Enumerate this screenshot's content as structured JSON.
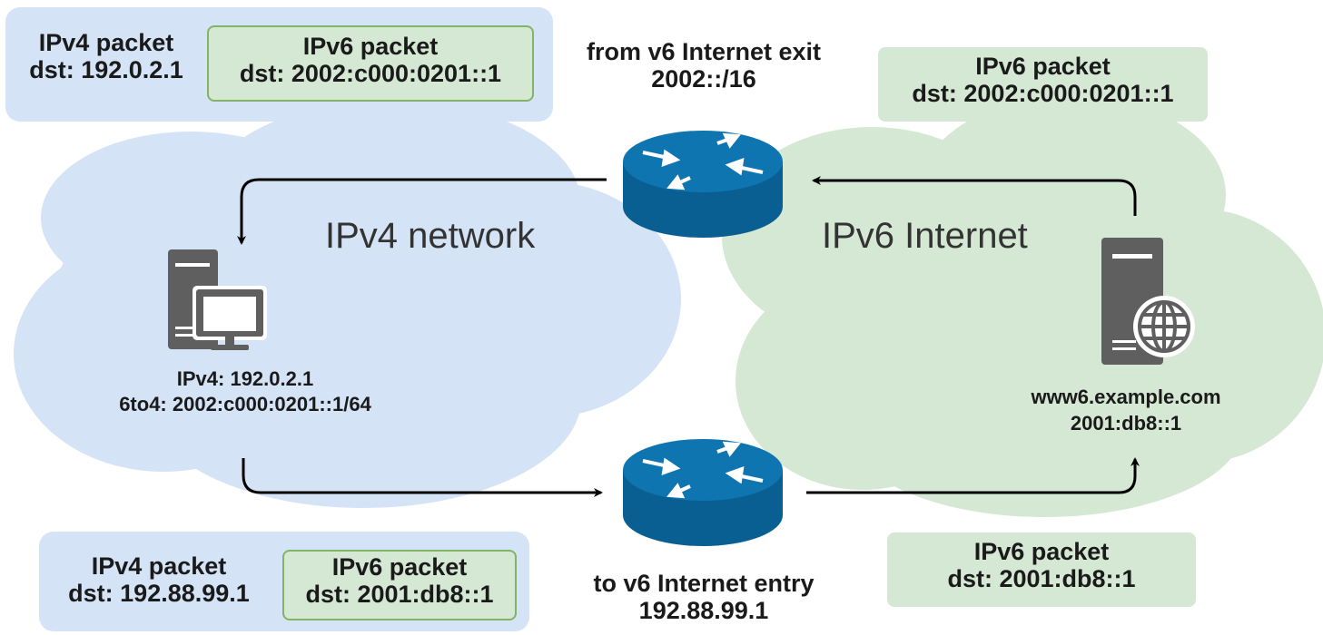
{
  "clouds": {
    "ipv4_title": "IPv4 network",
    "ipv6_title": "IPv6 Internet"
  },
  "top_left_packet": {
    "outer_title": "IPv4 packet",
    "outer_dst": "dst: 192.0.2.1",
    "inner_title": "IPv6 packet",
    "inner_dst": "dst: 2002:c000:0201::1"
  },
  "top_right_packet": {
    "title": "IPv6 packet",
    "dst": "dst: 2002:c000:0201::1"
  },
  "bottom_left_packet": {
    "outer_title": "IPv4 packet",
    "outer_dst": "dst: 192.88.99.1",
    "inner_title": "IPv6 packet",
    "inner_dst": "dst: 2001:db8::1"
  },
  "bottom_right_packet": {
    "title": "IPv6 packet",
    "dst": "dst: 2001:db8::1"
  },
  "exit_router": {
    "line1": "from v6 Internet exit",
    "line2": "2002::/16"
  },
  "entry_router": {
    "line1": "to v6 Internet entry",
    "line2": "192.88.99.1"
  },
  "client": {
    "ipv4": "IPv4: 192.0.2.1",
    "sixto4": "6to4: 2002:c000:0201::1/64"
  },
  "server": {
    "host": "www6.example.com",
    "addr": "2001:db8::1"
  },
  "colors": {
    "ipv4_fill": "#d5e3f7",
    "ipv6_fill": "#d5e8d4",
    "ipv6_border": "#82b366",
    "router_fill": "#0a5f92",
    "device_fill": "#5f5f5f"
  }
}
